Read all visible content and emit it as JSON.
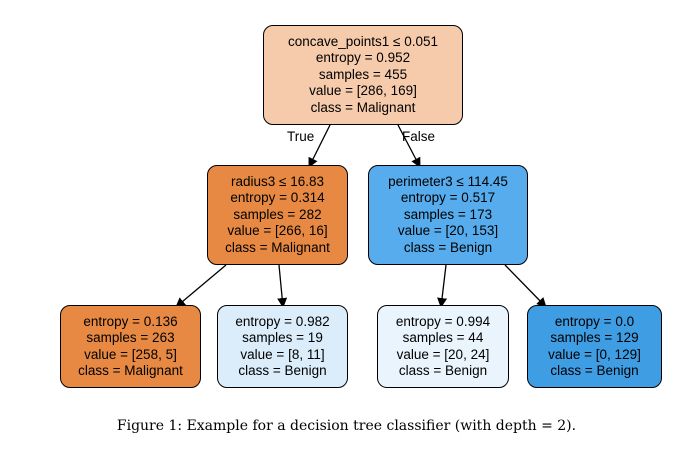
{
  "colors": {
    "salmon_light": "#f6cbab",
    "orange": "#e88943",
    "blue": "#56acec",
    "blue_light_1": "#dbedfb",
    "blue_light_2": "#eaf4fc",
    "blue_deep": "#3f9de3"
  },
  "nodes": {
    "root": {
      "split": "concave_points1 ≤ 0.051",
      "entropy": "entropy = 0.952",
      "samples": "samples = 455",
      "value": "value = [286, 169]",
      "class": "class = Malignant"
    },
    "left": {
      "split": "radius3 ≤ 16.83",
      "entropy": "entropy = 0.314",
      "samples": "samples = 282",
      "value": "value = [266, 16]",
      "class": "class = Malignant"
    },
    "right": {
      "split": "perimeter3 ≤ 114.45",
      "entropy": "entropy = 0.517",
      "samples": "samples = 173",
      "value": "value = [20, 153]",
      "class": "class = Benign"
    },
    "leaf1": {
      "entropy": "entropy = 0.136",
      "samples": "samples = 263",
      "value": "value = [258, 5]",
      "class": "class = Malignant"
    },
    "leaf2": {
      "entropy": "entropy = 0.982",
      "samples": "samples = 19",
      "value": "value = [8, 11]",
      "class": "class = Benign"
    },
    "leaf3": {
      "entropy": "entropy = 0.994",
      "samples": "samples = 44",
      "value": "value = [20, 24]",
      "class": "class = Benign"
    },
    "leaf4": {
      "entropy": "entropy = 0.0",
      "samples": "samples = 129",
      "value": "value = [0, 129]",
      "class": "class = Benign"
    }
  },
  "edges": {
    "true_label": "True",
    "false_label": "False"
  },
  "caption": "Figure 1: Example for a decision tree classifier (with depth = 2)."
}
